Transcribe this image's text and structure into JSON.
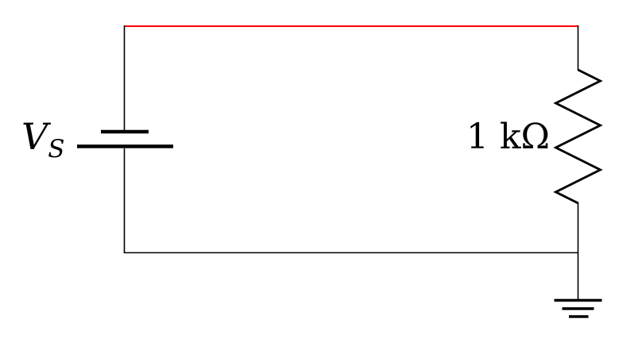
{
  "diagram": {
    "kind": "circuit-schematic",
    "background": "#ffffff",
    "colors": {
      "wire": "#000000",
      "highlighted_wire": "#ff0000",
      "component_stroke": "#000000",
      "label_text": "#000000"
    },
    "voltage_source": {
      "label_main": "V",
      "label_subscript": "S",
      "symbol": "battery-cell-icon"
    },
    "resistor": {
      "label": "1 kΩ",
      "symbol": "resistor-zigzag-icon"
    },
    "ground": {
      "symbol": "earth-ground-icon"
    }
  }
}
